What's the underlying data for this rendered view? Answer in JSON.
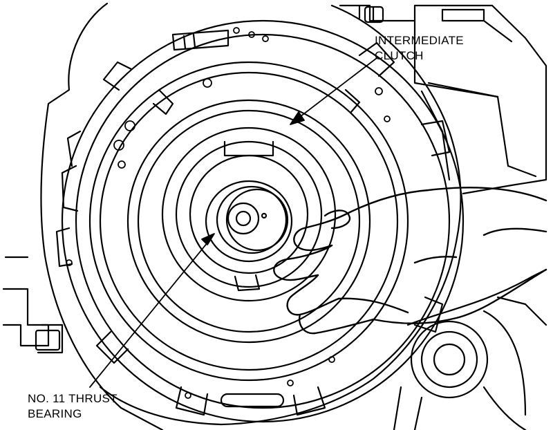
{
  "labels": {
    "intermediate_clutch": {
      "line1": "INTERMEDIATE",
      "line2": "CLUTCH"
    },
    "thrust_bearing": {
      "line1": "NO. 11 THRUST",
      "line2": "BEARING"
    }
  },
  "colors": {
    "ink": "#000000",
    "paper": "#ffffff"
  }
}
